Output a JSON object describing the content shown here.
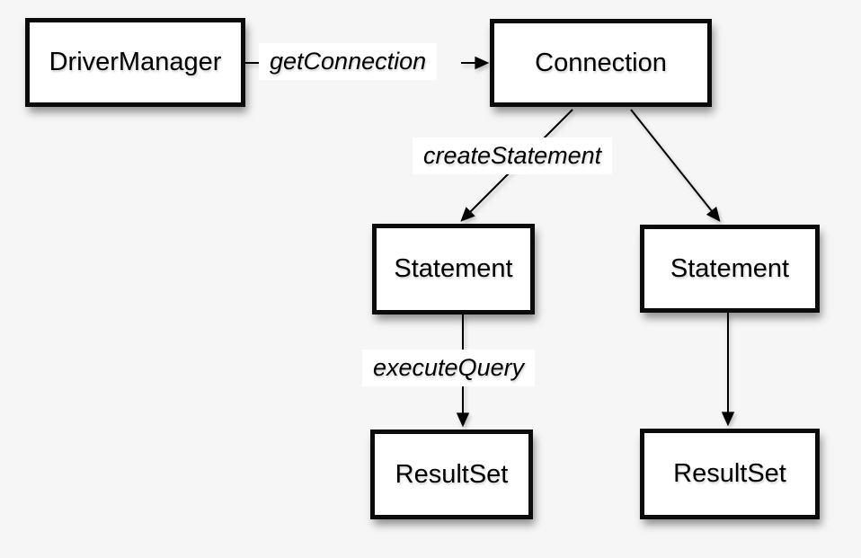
{
  "diagram": {
    "type": "flow-diagram",
    "background_color": "#f6f6f6",
    "box_fill": "#ffffff",
    "box_border_color": "#0b0b0b",
    "line_color": "#000000",
    "label_background": "#ffffff",
    "nodes": [
      {
        "id": "driver-manager",
        "label": "DriverManager"
      },
      {
        "id": "connection",
        "label": "Connection"
      },
      {
        "id": "statement-1",
        "label": "Statement"
      },
      {
        "id": "statement-2",
        "label": "Statement"
      },
      {
        "id": "resultset-1",
        "label": "ResultSet"
      },
      {
        "id": "resultset-2",
        "label": "ResultSet"
      }
    ],
    "edges": [
      {
        "from": "driver-manager",
        "to": "connection",
        "label": "getConnection"
      },
      {
        "from": "connection",
        "to": "statement-1",
        "label": "createStatement"
      },
      {
        "from": "connection",
        "to": "statement-2",
        "label": ""
      },
      {
        "from": "statement-1",
        "to": "resultset-1",
        "label": "executeQuery"
      },
      {
        "from": "statement-2",
        "to": "resultset-2",
        "label": ""
      }
    ]
  }
}
